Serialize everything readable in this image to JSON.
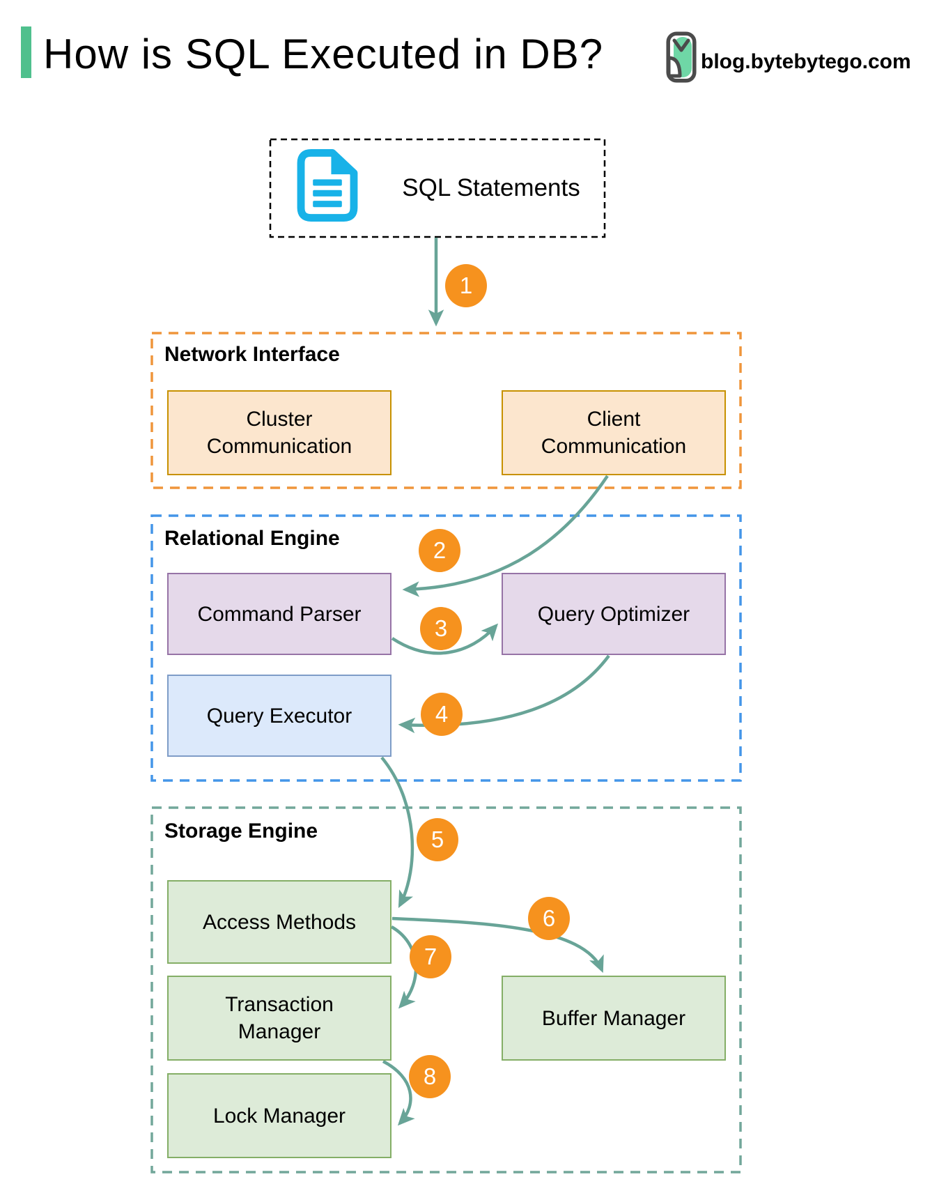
{
  "header": {
    "title": "How is SQL Executed in DB?",
    "site": "blog.bytebytego.com"
  },
  "source": {
    "label": "SQL Statements",
    "icon": "document-icon"
  },
  "containers": [
    {
      "id": "network-interface",
      "label": "Network Interface",
      "boxes": [
        {
          "label": "Cluster\nCommunication"
        },
        {
          "label": "Client\nCommunication"
        }
      ]
    },
    {
      "id": "relational-engine",
      "label": "Relational Engine",
      "boxes": [
        {
          "label": "Command Parser"
        },
        {
          "label": "Query Optimizer"
        },
        {
          "label": "Query Executor"
        }
      ]
    },
    {
      "id": "storage-engine",
      "label": "Storage Engine",
      "boxes": [
        {
          "label": "Access Methods"
        },
        {
          "label": "Buffer Manager"
        },
        {
          "label": "Transaction\nManager"
        },
        {
          "label": "Lock Manager"
        }
      ]
    }
  ],
  "steps": [
    "1",
    "2",
    "3",
    "4",
    "5",
    "6",
    "7",
    "8"
  ],
  "flow": [
    {
      "step": "1",
      "from": "SQL Statements",
      "to": "Network Interface"
    },
    {
      "step": "2",
      "from": "Client Communication",
      "to": "Command Parser"
    },
    {
      "step": "3",
      "from": "Command Parser",
      "to": "Query Optimizer"
    },
    {
      "step": "4",
      "from": "Query Optimizer",
      "to": "Query Executor"
    },
    {
      "step": "5",
      "from": "Query Executor",
      "to": "Access Methods"
    },
    {
      "step": "6",
      "from": "Access Methods",
      "to": "Buffer Manager"
    },
    {
      "step": "7",
      "from": "Access Methods",
      "to": "Transaction Manager"
    },
    {
      "step": "8",
      "from": "Transaction Manager",
      "to": "Lock Manager"
    }
  ],
  "colors": {
    "accent": "#4FC08D",
    "arrow": "#68A497",
    "circle": "#F6921E",
    "doc": "#18B2E8",
    "ni": "#EF953B",
    "gold": "#C79100",
    "peach": "#FCE6CE",
    "re": "#4495E8",
    "blue_border": "#7E9CC7",
    "blue_fill": "#DCE9FB",
    "purple_border": "#9673A6",
    "purple_fill": "#E5D9EA",
    "se": "#72A79A",
    "green_border": "#84AE66",
    "green_fill": "#DDEBD8",
    "logo_dark": "#4B4B4B",
    "logo_mint": "#6FD7A6"
  }
}
